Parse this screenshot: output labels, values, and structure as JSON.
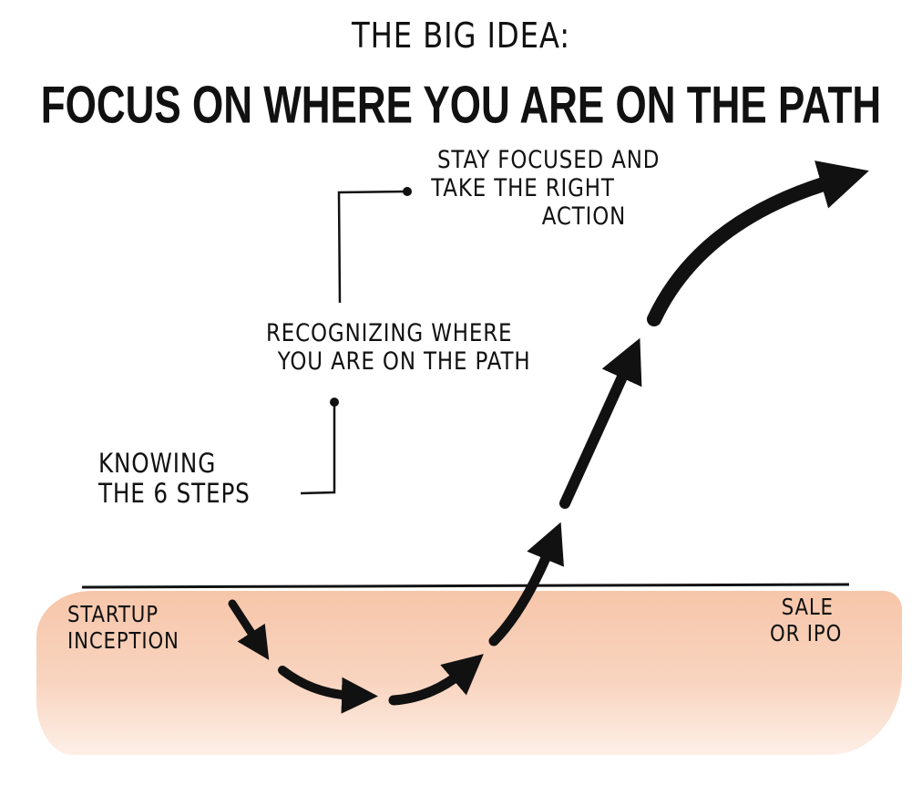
{
  "subtitle": "The Big Idea:",
  "title": "Focus on where you are on the path",
  "labels": {
    "stay_focused": [
      "Stay focused and",
      "take the right",
      "action"
    ],
    "recognizing": [
      "Recognizing where",
      "you are on the path"
    ],
    "knowing": [
      "Knowing",
      "the 6 steps"
    ],
    "start": [
      "Startup",
      "inception"
    ],
    "end": [
      "Sale",
      "or IPO"
    ]
  },
  "colors": {
    "wash": "#f6c3a5",
    "ink": "#111111"
  }
}
